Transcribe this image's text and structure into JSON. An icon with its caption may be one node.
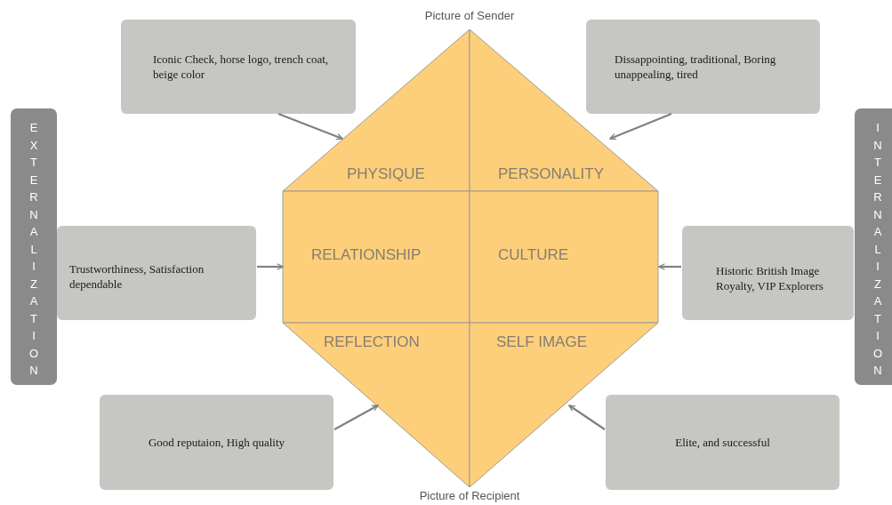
{
  "diagram": {
    "nodes": [
      {
        "text": [
          "EXTERNALIZATION"
        ]
      },
      {
        "text": [
          "INTERNALIZATION"
        ]
      },
      {
        "text": [
          "PHYSIQUE"
        ]
      },
      {
        "text": [
          "PERSONALITY"
        ]
      },
      {
        "text": [
          "RELATIONSHIP"
        ]
      },
      {
        "text": [
          "CULTURE"
        ]
      },
      {
        "text": [
          "REFLECTION"
        ]
      },
      {
        "text": [
          "SELF IMAGE"
        ]
      },
      {
        "text": [
          "Iconic Check, horse logo, trench coat, beige color"
        ]
      },
      {
        "text": [
          "Dissappointing, traditional, Boring unappealing, tired"
        ]
      },
      {
        "text": [
          "Trustworthiness, Satisfaction dependable"
        ]
      },
      {
        "text": [
          "Historic British Image Royalty, VIP Explorers"
        ]
      },
      {
        "text": [
          "Good reputaion, High quality"
        ]
      },
      {
        "text": [
          "Elite, and successful"
        ]
      }
    ],
    "edges": [
      {
        "from": 8,
        "to": 2,
        "arrow": "to"
      },
      {
        "from": 9,
        "to": 3,
        "arrow": "to"
      },
      {
        "from": 10,
        "to": 4,
        "arrow": "to"
      },
      {
        "from": 11,
        "to": 5,
        "arrow": "to"
      },
      {
        "from": 12,
        "to": 6,
        "arrow": "to"
      },
      {
        "from": 13,
        "to": 7,
        "arrow": "to"
      }
    ],
    "labels": [
      "Picture of Sender",
      "Picture of Recipient"
    ]
  }
}
